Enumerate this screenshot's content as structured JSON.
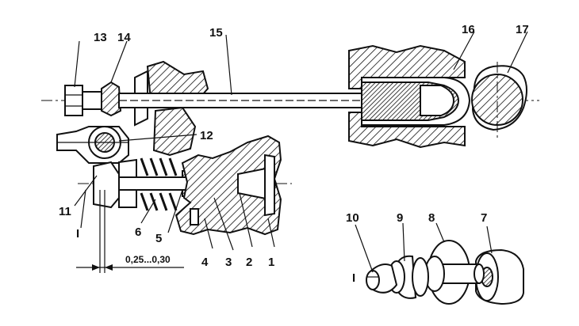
{
  "labels": {
    "n1": "1",
    "n2": "2",
    "n3": "3",
    "n4": "4",
    "n5": "5",
    "n6": "6",
    "n7": "7",
    "n8": "8",
    "n9": "9",
    "n10": "10",
    "n11": "11",
    "n12": "12",
    "n13": "13",
    "n14": "14",
    "n15": "15",
    "n16": "16",
    "n17": "17",
    "view_marker": "I",
    "view_marker_detail": "I"
  },
  "dimension": "0,25...0,30"
}
